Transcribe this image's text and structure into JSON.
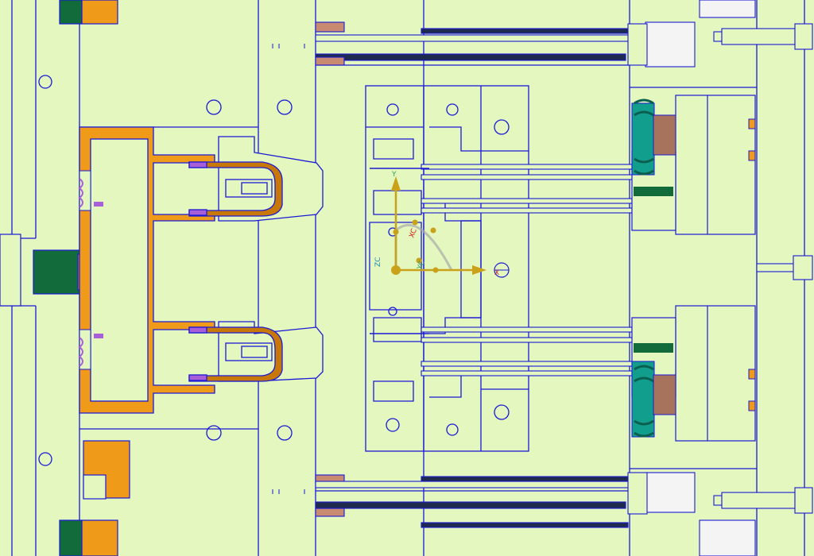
{
  "colors": {
    "background": "#e4f7bf",
    "outline": "#1a1ad6",
    "orange": "#f09a1a",
    "orange_dark": "#c87808",
    "green_dark": "#116b3a",
    "teal": "#129e8c",
    "rod_dark": "#1e2a4e",
    "pin_white": "#f4f4f4",
    "purple": "#a85ed6",
    "copper": "#c98a72",
    "grey": "#9aa6aa",
    "axis_gold": "#c9a21a",
    "axis_y": "#2aa35a",
    "axis_x": "#cc2222",
    "axis_z": "#1a86b0"
  },
  "triad": {
    "y_label": "Y",
    "x_label": "X",
    "xc_label": "XC",
    "yc_label": "YC",
    "zc_label": "ZC"
  }
}
